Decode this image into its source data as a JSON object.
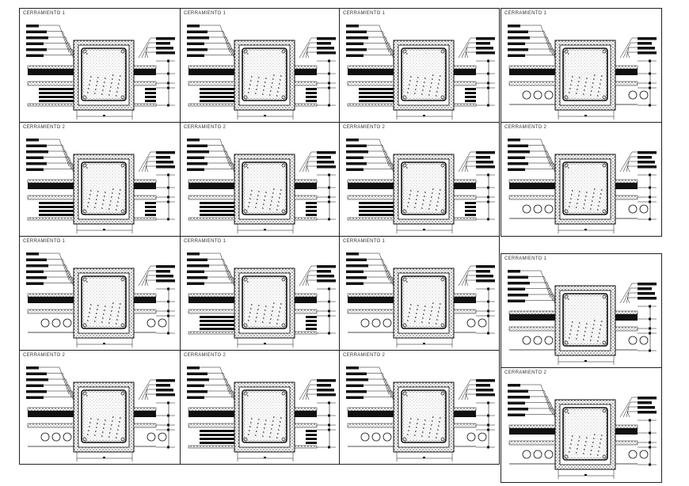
{
  "sheet": {
    "description": "Grid of 16 construction section details (column/wall enclosure)",
    "panels": [
      {
        "id": "r1c1",
        "title": "CERRAMIENTO 1",
        "variant": "A"
      },
      {
        "id": "r1c2",
        "title": "CERRAMIENTO 1",
        "variant": "A"
      },
      {
        "id": "r1c3",
        "title": "CERRAMIENTO 1",
        "variant": "A"
      },
      {
        "id": "r1c4",
        "title": "CERRAMIENTO 1",
        "variant": "B"
      },
      {
        "id": "r2c1",
        "title": "CERRAMIENTO 2",
        "variant": "A"
      },
      {
        "id": "r2c2",
        "title": "CERRAMIENTO 2",
        "variant": "A"
      },
      {
        "id": "r2c3",
        "title": "CERRAMIENTO 2",
        "variant": "A"
      },
      {
        "id": "r2c4",
        "title": "CERRAMIENTO 2",
        "variant": "B"
      },
      {
        "id": "r3c1",
        "title": "CERRAMIENTO 1",
        "variant": "B"
      },
      {
        "id": "r3c2",
        "title": "CERRAMIENTO 1",
        "variant": "A"
      },
      {
        "id": "r3c3",
        "title": "CERRAMIENTO 1",
        "variant": "B"
      },
      {
        "id": "r3c4",
        "title": "CERRAMIENTO 1",
        "variant": "B"
      },
      {
        "id": "r4c1",
        "title": "CERRAMIENTO 2",
        "variant": "B"
      },
      {
        "id": "r4c2",
        "title": "CERRAMIENTO 2",
        "variant": "A"
      },
      {
        "id": "r4c3",
        "title": "CERRAMIENTO 2",
        "variant": "B"
      },
      {
        "id": "r4c4",
        "title": "CERRAMIENTO 2",
        "variant": "B"
      }
    ]
  },
  "colors": {
    "line": "#111111",
    "hatch": "#555555",
    "paper": "#ffffff"
  }
}
